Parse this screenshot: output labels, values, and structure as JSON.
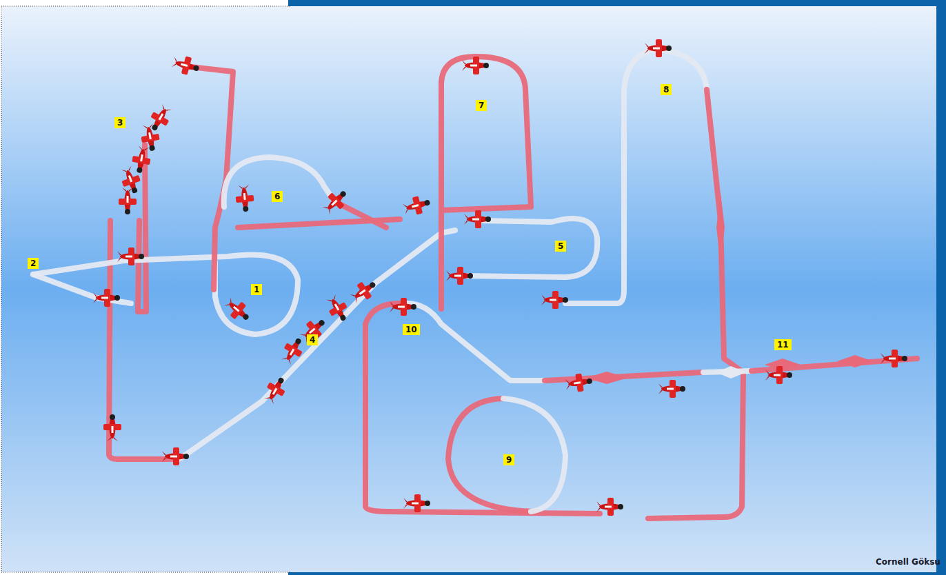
{
  "diagram": {
    "labels": [
      "3",
      "7",
      "8",
      "6",
      "2",
      "1",
      "5",
      "10",
      "4",
      "11",
      "9",
      "Cornell Göksu"
    ]
  }
}
